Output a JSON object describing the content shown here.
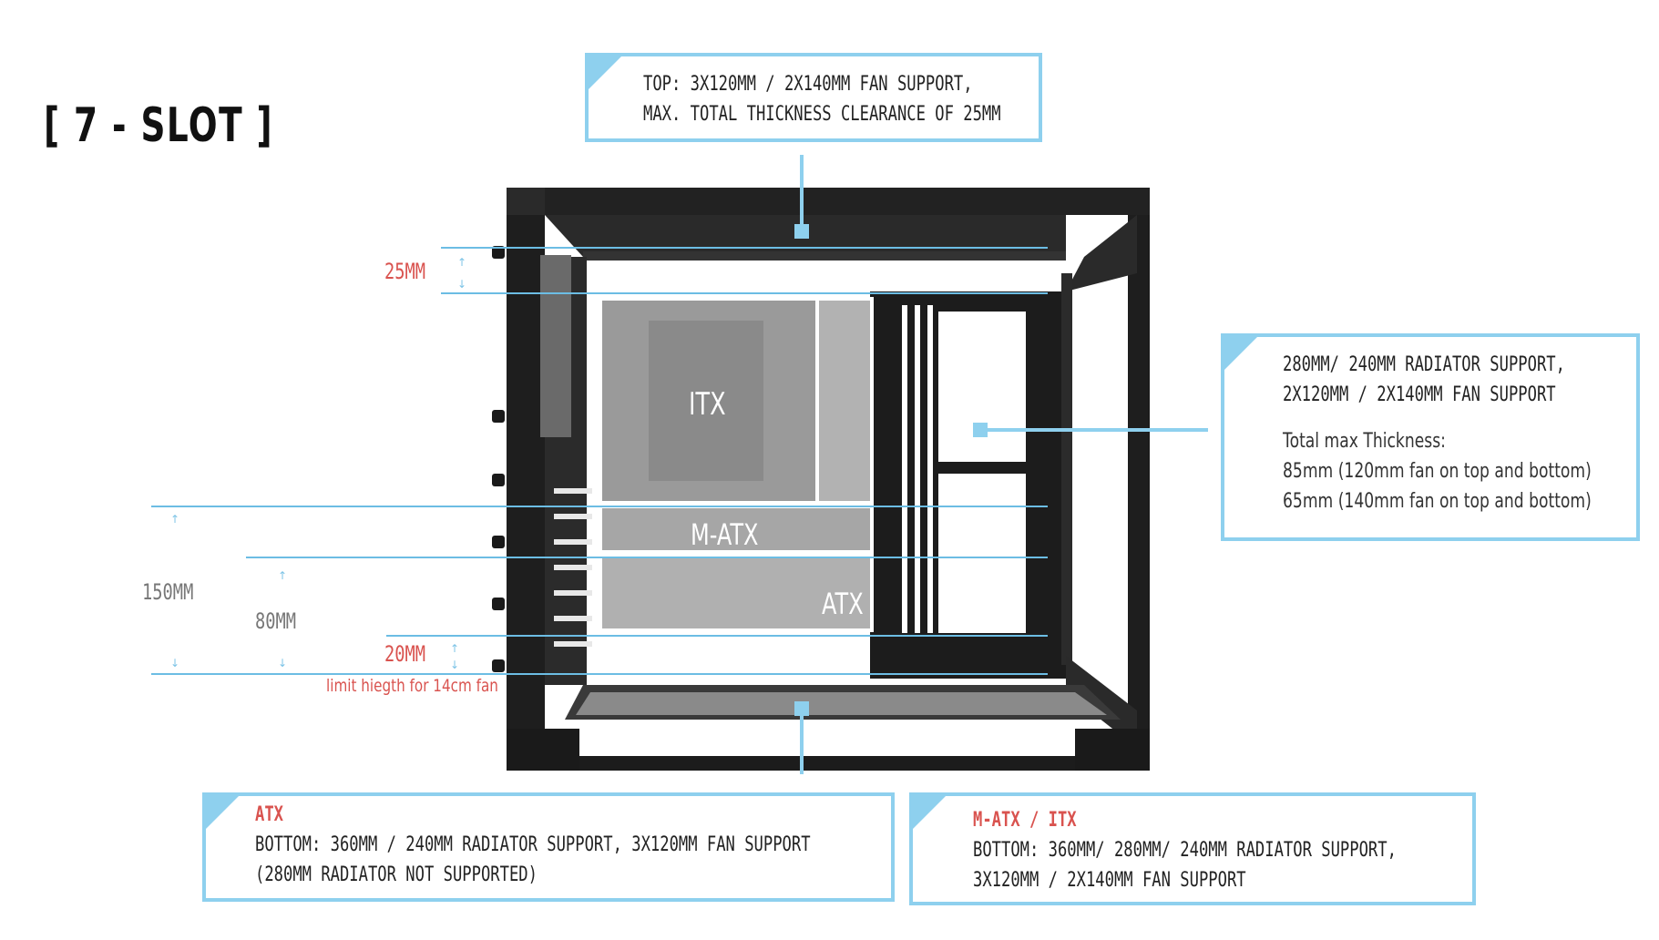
{
  "title": "[ 7 - SLOT ]",
  "top_callout": {
    "line1": "TOP: 3X120MM / 2X140MM FAN SUPPORT,",
    "line2": "MAX. TOTAL THICKNESS CLEARANCE OF 25MM"
  },
  "right_callout": {
    "line1": "280MM/ 240MM RADIATOR SUPPORT,",
    "line2": "2X120MM / 2X140MM FAN SUPPORT",
    "line3": "Total max Thickness:",
    "line4": "85mm (120mm fan on top and bottom)",
    "line5": "65mm (140mm fan on top and bottom)"
  },
  "bottom_left_callout": {
    "heading": "ATX",
    "line1": "BOTTOM: 360MM / 240MM RADIATOR SUPPORT, 3X120MM  FAN SUPPORT",
    "line2": "(280MM RADIATOR NOT SUPPORTED)"
  },
  "bottom_right_callout": {
    "heading": "M-ATX / ITX",
    "line1": "BOTTOM: 360MM/ 280MM/ 240MM RADIATOR SUPPORT,",
    "line2": "3X120MM / 2X140MM FAN SUPPORT"
  },
  "dimensions": {
    "top_gap": "25MM",
    "height_150": "150MM",
    "height_80": "80MM",
    "bottom_gap": "20MM",
    "bottom_note": "limit hiegth for 14cm fan"
  },
  "boards": {
    "itx": "ITX",
    "matx": "M-ATX",
    "atx": "ATX"
  },
  "colors": {
    "accent": "#8ed0ee",
    "line": "#6cbde4",
    "dimension_red": "#d9534f",
    "case": "#1c1c1c"
  }
}
